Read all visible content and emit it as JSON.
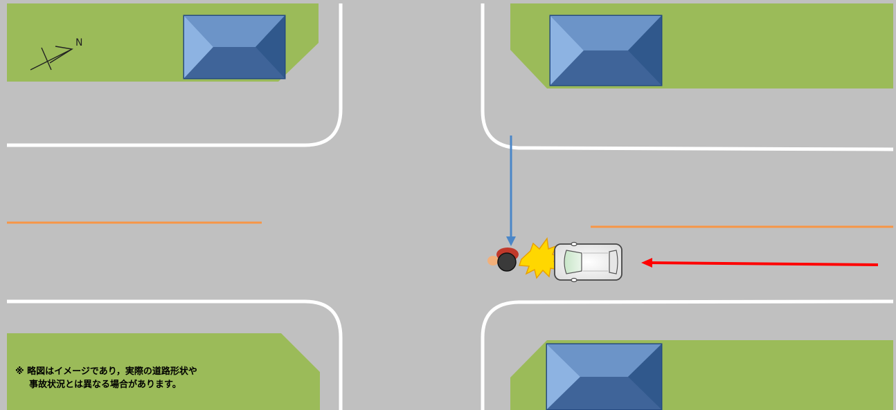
{
  "colors": {
    "road": "#c0c0c0",
    "grass": "#9bbb59",
    "roof_light": "#8db3e2",
    "roof_mid": "#6c94c8",
    "roof_dark": "#3f6499",
    "roof_edge": "#244a82",
    "road_line": "#ffffff",
    "center_line": "#f79646",
    "pedestrian_path": "#4a86c8",
    "vehicle_path": "#ff0000",
    "impact": "#ffd700"
  },
  "icons": {
    "north": "north-arrow-icon",
    "pedestrian": "pedestrian-icon",
    "vehicle": "car-icon",
    "collision": "collision-burst-icon"
  },
  "north_label": "N",
  "note": {
    "line1": "※ 略図はイメージであり，実際の道路形状や",
    "line2": "事故状況とは異なる場合があります。"
  }
}
